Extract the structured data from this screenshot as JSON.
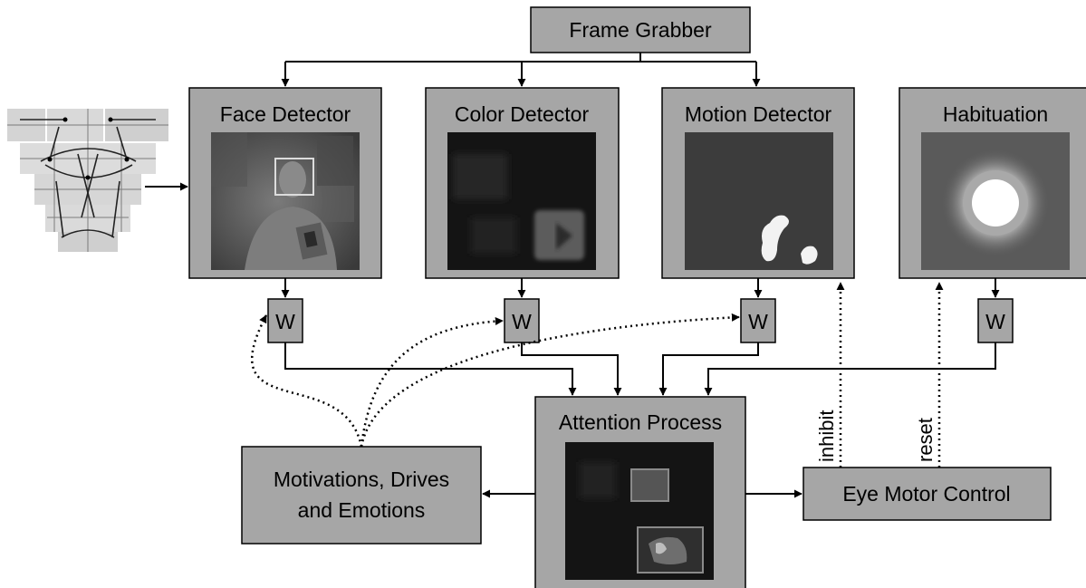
{
  "nodes": {
    "frame_grabber": "Frame Grabber",
    "face_detector": "Face Detector",
    "color_detector": "Color Detector",
    "motion_detector": "Motion Detector",
    "habituation": "Habituation",
    "attention_process": "Attention Process",
    "motivations_line1": "Motivations, Drives",
    "motivations_line2": "and Emotions",
    "eye_motor_control": "Eye Motor Control"
  },
  "weights": [
    "W",
    "W",
    "W",
    "W"
  ],
  "edge_labels": {
    "inhibit": "inhibit",
    "reset": "reset"
  },
  "colors": {
    "box_fill": "#a6a6a6",
    "image_dark": "#141414",
    "stroke": "#000000"
  }
}
